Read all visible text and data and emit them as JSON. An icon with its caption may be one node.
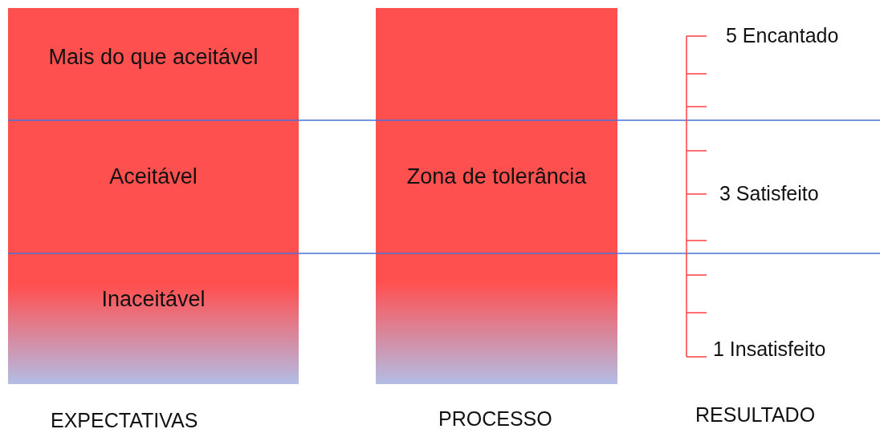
{
  "diagram": {
    "nodes": [
      {
        "text": [
          "Mais do que aceitável"
        ]
      },
      {
        "text": [
          "Aceitável"
        ]
      },
      {
        "text": [
          "Inaceitável"
        ]
      },
      {
        "text": [
          "Zona de tolerância"
        ]
      }
    ],
    "labels": [
      "5 Encantado",
      "3 Satisfeito",
      "1 Insatisfeito",
      "EXPECTATIVAS",
      "PROCESSO",
      "RESULTADO"
    ]
  }
}
